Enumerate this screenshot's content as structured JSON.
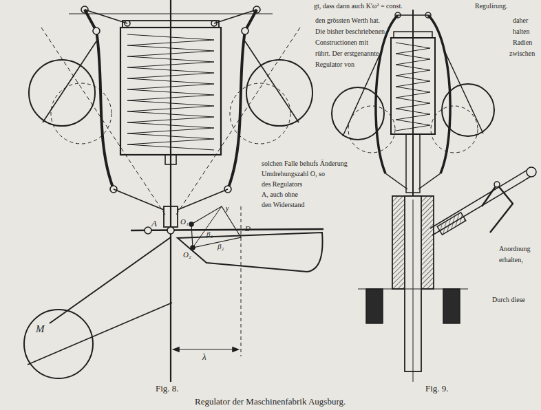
{
  "diagram": {
    "caption": "Regulator der Maschinenfabrik Augsburg.",
    "labels": [
      "Fig. 8.",
      "Fig. 9.",
      "M",
      "A",
      "O₁",
      "O₂",
      "β₁",
      "β₂",
      "γ",
      "D",
      "λ",
      "gt, dass dann auch K'ω² = const.",
      "den grössten Werth hat.",
      "Die bisher beschriebenen",
      "Constructionen mit",
      "rührt. Der erstgenannte",
      "Regulator von",
      "solchen Falle behufs Änderung",
      "Umdrehungszahl O, so",
      "des Regulators",
      "A, auch ohne",
      "den Widerstand",
      "Regulirung.",
      "daher",
      "halten",
      "Radien",
      "zwischen",
      "Anordnung",
      "erhalten,",
      "Durch diese"
    ]
  }
}
